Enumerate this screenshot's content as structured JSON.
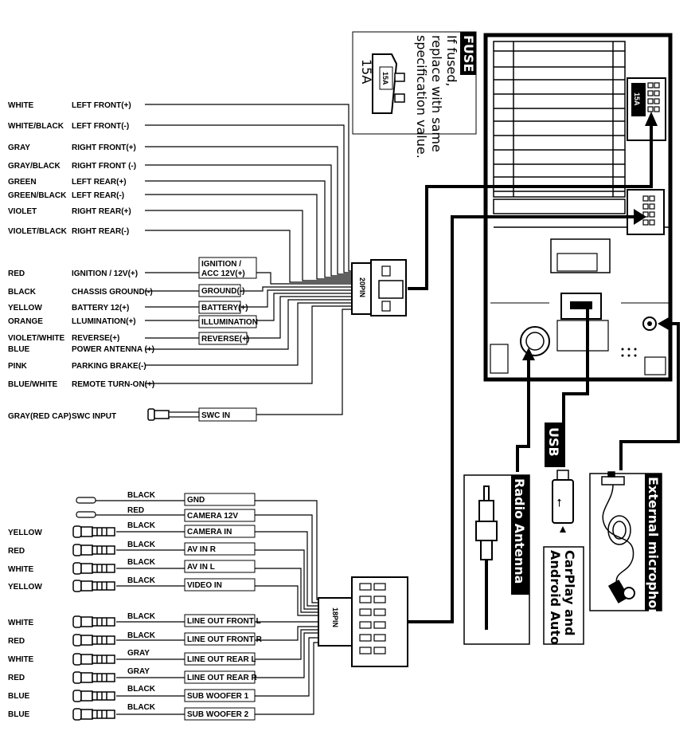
{
  "fuse_note": {
    "title": "FUSE",
    "lines": [
      "If fused,",
      "replace with same",
      "specification value."
    ],
    "rating": "15A",
    "fuse_label": "15A"
  },
  "rear_fuse_label": "15A",
  "harness_20pin": {
    "label": "20PIN",
    "wires": [
      {
        "color": "WHITE",
        "function": "LEFT FRONT(+)",
        "tag": ""
      },
      {
        "color": "WHITE/BLACK",
        "function": "LEFT FRONT(-)",
        "tag": ""
      },
      {
        "color": "GRAY",
        "function": "RIGHT FRONT(+)",
        "tag": ""
      },
      {
        "color": "GRAY/BLACK",
        "function": "RIGHT FRONT (-)",
        "tag": ""
      },
      {
        "color": "GREEN",
        "function": "LEFT REAR(+)",
        "tag": ""
      },
      {
        "color": "GREEN/BLACK",
        "function": "LEFT REAR(-)",
        "tag": ""
      },
      {
        "color": "VIOLET",
        "function": "RIGHT REAR(+)",
        "tag": ""
      },
      {
        "color": "VIOLET/BLACK",
        "function": "RIGHT REAR(-)",
        "tag": ""
      },
      {
        "color": "RED",
        "function": "IGNITION / 12V(+)",
        "tag": "IGNITION /",
        "tag2": "ACC 12V(+)"
      },
      {
        "color": "BLACK",
        "function": "CHASSIS GROUND(-)",
        "tag": "GROUND(-)"
      },
      {
        "color": "YELLOW",
        "function": "BATTERY 12(+)",
        "tag": "BATTERY(+)"
      },
      {
        "color": "ORANGE",
        "function": "LLUMINATION(+)",
        "tag": "ILLUMINATION"
      },
      {
        "color": "VIOLET/WHITE",
        "function": "REVERSE(+)",
        "tag": "REVERSE(+)"
      },
      {
        "color": "BLUE",
        "function": "POWER ANTENNA (+)",
        "tag": ""
      },
      {
        "color": "PINK",
        "function": "PARKING BRAKE(-)",
        "tag": ""
      },
      {
        "color": "BLUE/WHITE",
        "function": "REMOTE TURN-ON(+)",
        "tag": ""
      }
    ],
    "swc": {
      "color": "GRAY(RED CAP)",
      "function": "SWC INPUT",
      "tag": "SWC IN"
    }
  },
  "harness_18pin": {
    "label": "18PIN",
    "wires": [
      {
        "left": "",
        "wire": "BLACK",
        "tag": "GND"
      },
      {
        "left": "",
        "wire": "RED",
        "tag": "CAMERA 12V"
      },
      {
        "left": "YELLOW",
        "wire": "BLACK",
        "tag": "CAMERA IN"
      },
      {
        "left": "RED",
        "wire": "BLACK",
        "tag": "AV IN R"
      },
      {
        "left": "WHITE",
        "wire": "BLACK",
        "tag": "AV IN L"
      },
      {
        "left": "YELLOW",
        "wire": "BLACK",
        "tag": "VIDEO IN"
      },
      {
        "left": "WHITE",
        "wire": "BLACK",
        "tag": "LINE OUT FRONT L"
      },
      {
        "left": "RED",
        "wire": "BLACK",
        "tag": "LINE OUT FRONT R"
      },
      {
        "left": "WHITE",
        "wire": "GRAY",
        "tag": "LINE OUT REAR L"
      },
      {
        "left": "RED",
        "wire": "GRAY",
        "tag": "LINE OUT REAR R"
      },
      {
        "left": "BLUE",
        "wire": "BLACK",
        "tag": "SUB WOOFER 1"
      },
      {
        "left": "BLUE",
        "wire": "BLACK",
        "tag": "SUB WOOFER 2"
      }
    ]
  },
  "peripherals": {
    "usb": "USB",
    "radio_antenna": "Radio Antenna",
    "carplay_line1": "CarPlay and",
    "carplay_line2": "Android Auto",
    "external_mic": "External microphone"
  }
}
